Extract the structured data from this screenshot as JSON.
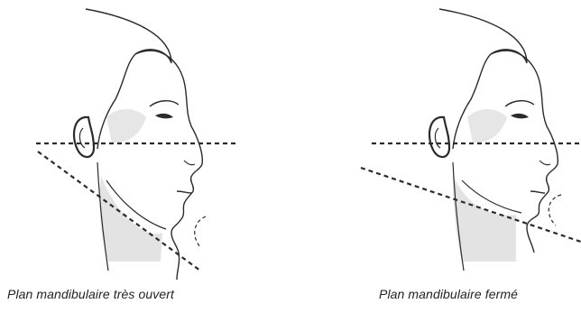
{
  "panels": [
    {
      "caption": "Plan mandibulaire très ouvert",
      "angle": "open"
    },
    {
      "caption": "Plan mandibulaire fermé",
      "angle": "closed"
    }
  ],
  "colors": {
    "line": "#2b2b2b",
    "shade": "#d9d9d9",
    "text": "#222222"
  }
}
